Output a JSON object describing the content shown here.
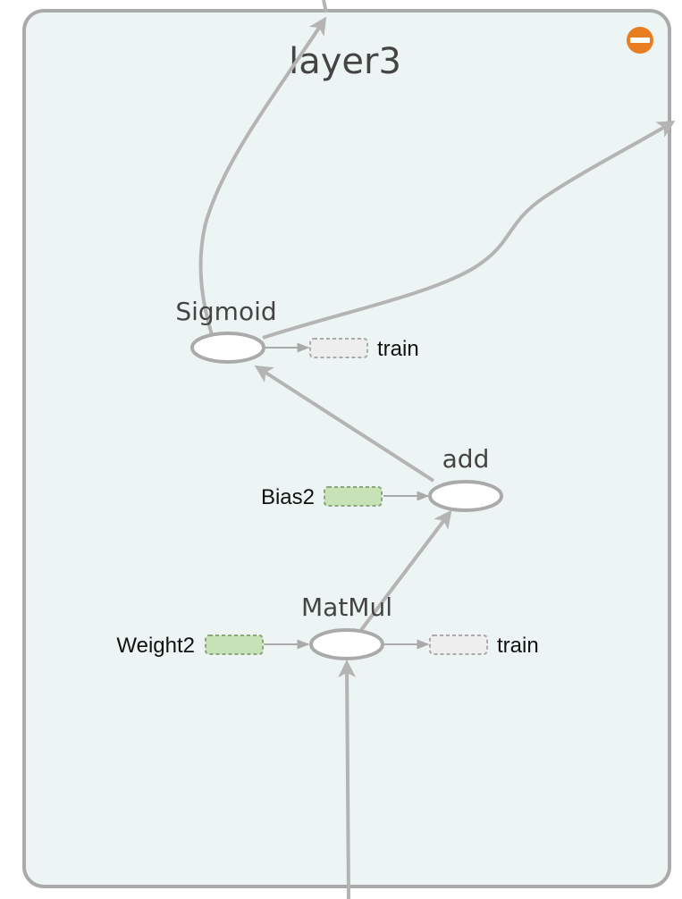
{
  "group": {
    "name": "layer3",
    "collapse_control": "minus-circle-icon"
  },
  "nodes": {
    "sigmoid": "Sigmoid",
    "add": "add",
    "matmul": "MatMul"
  },
  "aux_nodes": {
    "sigmoid_train": "train",
    "bias": "Bias2",
    "weight": "Weight2",
    "matmul_train": "train"
  },
  "colors": {
    "group_fill": "#edf5f4",
    "group_stroke": "#aaaaaa",
    "edge": "#b4b4b4",
    "op_node_stroke": "#aaaaaa",
    "variable_fill": "#c6e2b6",
    "variable_stroke": "#8aa67a",
    "train_fill": "#eeeeee",
    "train_stroke": "#aaaaaa",
    "collapse_button": "#e97e20"
  }
}
